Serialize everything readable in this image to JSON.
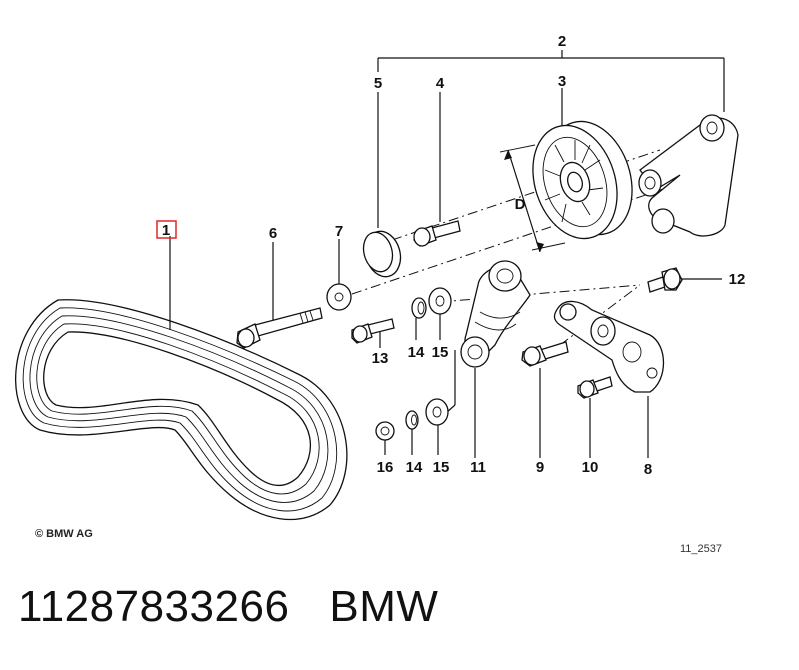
{
  "diagram": {
    "callouts": [
      {
        "id": "c1",
        "label": "1",
        "highlighted": true
      },
      {
        "id": "c2",
        "label": "2"
      },
      {
        "id": "c3",
        "label": "3"
      },
      {
        "id": "c4",
        "label": "4"
      },
      {
        "id": "c5",
        "label": "5"
      },
      {
        "id": "c6",
        "label": "6"
      },
      {
        "id": "c7",
        "label": "7"
      },
      {
        "id": "c8",
        "label": "8"
      },
      {
        "id": "c9",
        "label": "9"
      },
      {
        "id": "c10",
        "label": "10"
      },
      {
        "id": "c11",
        "label": "11"
      },
      {
        "id": "c12",
        "label": "12"
      },
      {
        "id": "c13",
        "label": "13"
      },
      {
        "id": "c14a",
        "label": "14"
      },
      {
        "id": "c15a",
        "label": "15"
      },
      {
        "id": "c16",
        "label": "16"
      },
      {
        "id": "c14b",
        "label": "14"
      },
      {
        "id": "c15b",
        "label": "15"
      }
    ],
    "dimension_label": "D",
    "copyright": "© BMW AG",
    "drawing_code": "11_2537",
    "highlight_color": "#e0262b"
  },
  "caption": {
    "part_number": "11287833266",
    "brand": "BMW"
  }
}
